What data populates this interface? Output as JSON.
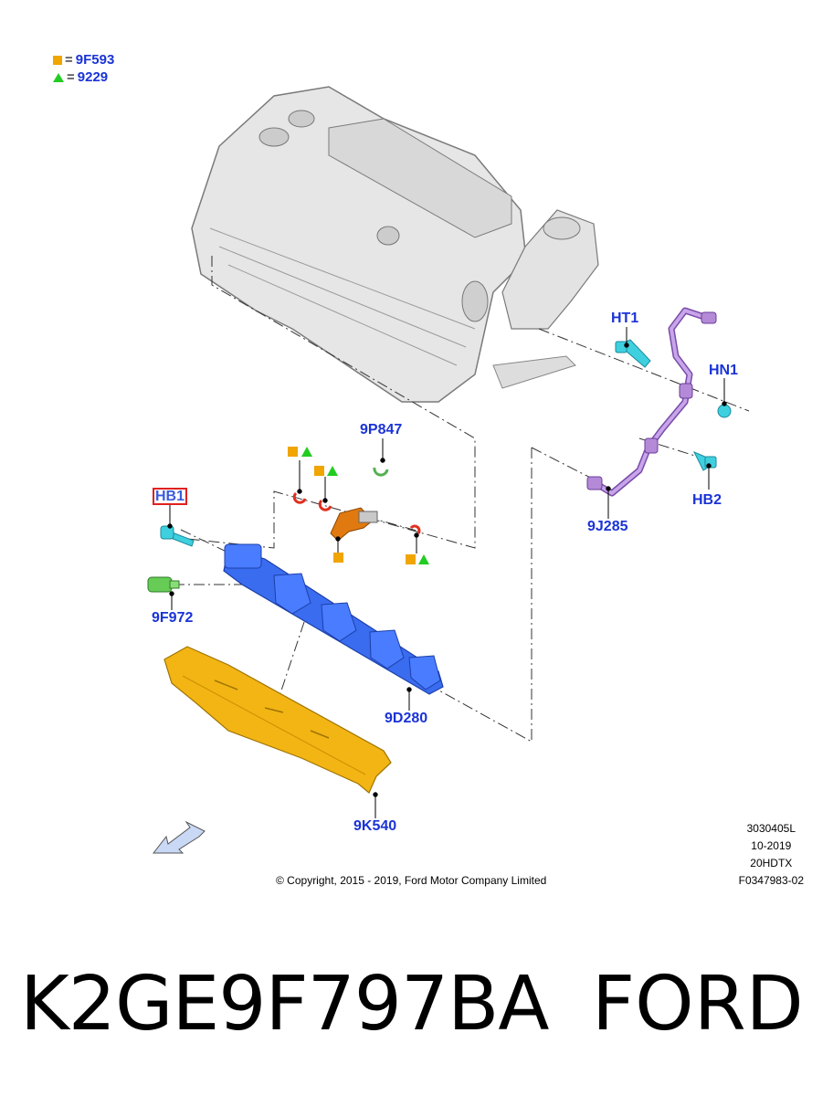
{
  "legend": {
    "square_label": "9F593",
    "triangle_label": "9229",
    "equals": "="
  },
  "callouts": {
    "ht1": "HT1",
    "hn1": "HN1",
    "hb2": "HB2",
    "j285": "9J285",
    "p847": "9P847",
    "hb1": "HB1",
    "f972": "9F972",
    "d280": "9D280",
    "k540": "9K540"
  },
  "meta": {
    "line1": "3030405L",
    "line2": "10-2019",
    "line3": "20HDTX",
    "line4": "F0347983-02"
  },
  "copyright": "© Copyright, 2015 - 2019, Ford Motor Company Limited",
  "part_number": "K2GE9F797BA",
  "brand": "FORD",
  "colors": {
    "label_blue": "#1a33d6",
    "square_orange": "#f0a500",
    "triangle_green": "#22cc22",
    "rail_blue": "#3a6cf0",
    "shield_yellow": "#f2b514",
    "pipe_purple": "#a070d0",
    "bolt_cyan": "#30c8d8",
    "injector_orange": "#e07a10",
    "seal_red": "#e03020",
    "clip_green": "#60c060"
  }
}
